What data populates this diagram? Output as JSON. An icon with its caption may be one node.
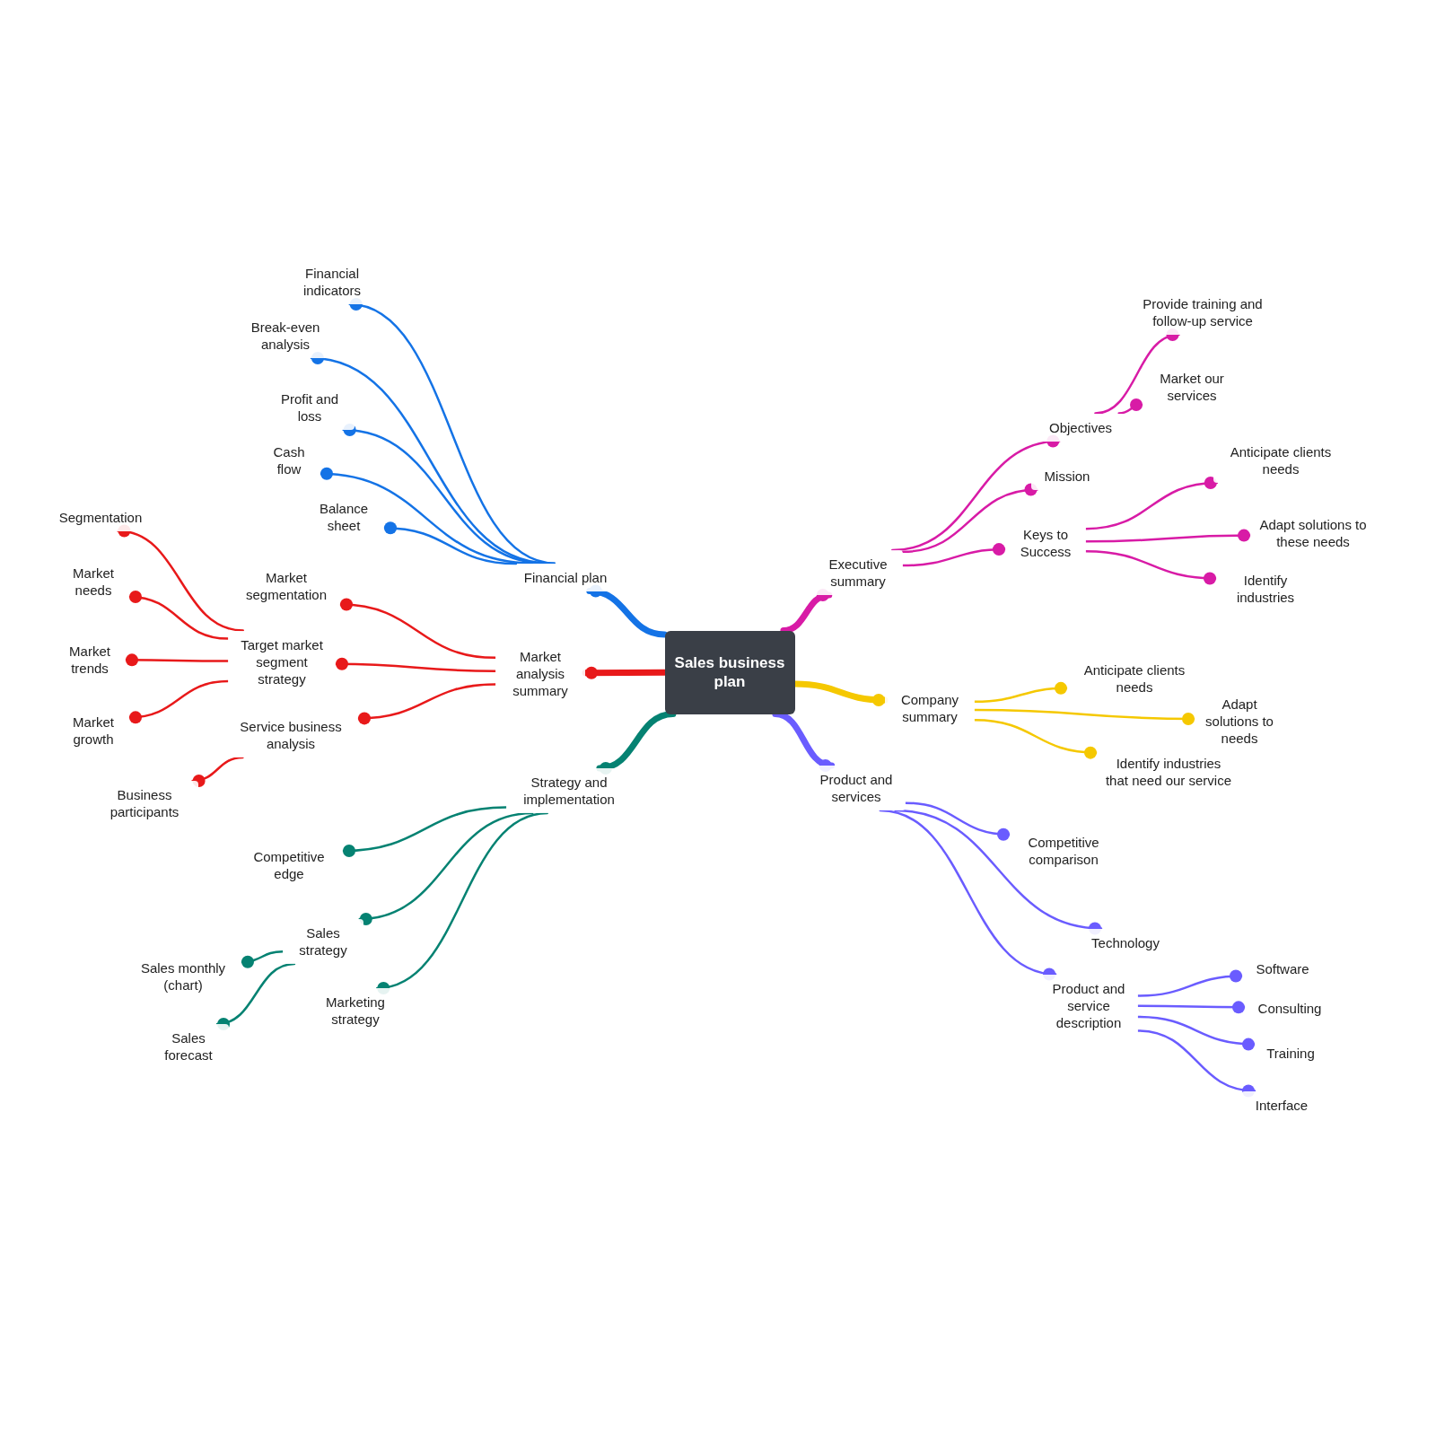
{
  "diagram": {
    "nodes": [
      {
        "text": [
          "Sales business plan"
        ]
      },
      {
        "text": [
          "Financial plan"
        ]
      },
      {
        "text": [
          "Financial indicators"
        ]
      },
      {
        "text": [
          "Break-even analysis"
        ]
      },
      {
        "text": [
          "Profit and loss"
        ]
      },
      {
        "text": [
          "Cash flow"
        ]
      },
      {
        "text": [
          "Balance sheet"
        ]
      },
      {
        "text": [
          "Market analysis summary"
        ]
      },
      {
        "text": [
          "Market segmentation"
        ]
      },
      {
        "text": [
          "Target market segment strategy"
        ]
      },
      {
        "text": [
          "Segmentation"
        ]
      },
      {
        "text": [
          "Market needs"
        ]
      },
      {
        "text": [
          "Market trends"
        ]
      },
      {
        "text": [
          "Market growth"
        ]
      },
      {
        "text": [
          "Service business analysis"
        ]
      },
      {
        "text": [
          "Business participants"
        ]
      },
      {
        "text": [
          "Strategy and implementation"
        ]
      },
      {
        "text": [
          "Competitive edge"
        ]
      },
      {
        "text": [
          "Sales strategy"
        ]
      },
      {
        "text": [
          "Sales monthly (chart)"
        ]
      },
      {
        "text": [
          "Sales forecast"
        ]
      },
      {
        "text": [
          "Marketing strategy"
        ]
      },
      {
        "text": [
          "Executive summary"
        ]
      },
      {
        "text": [
          "Objectives"
        ]
      },
      {
        "text": [
          "Provide training and follow-up service"
        ]
      },
      {
        "text": [
          "Market our services"
        ]
      },
      {
        "text": [
          "Mission"
        ]
      },
      {
        "text": [
          "Keys to Success"
        ]
      },
      {
        "text": [
          "Anticipate clients needs"
        ]
      },
      {
        "text": [
          "Adapt solutions to these needs"
        ]
      },
      {
        "text": [
          "Identify industries"
        ]
      },
      {
        "text": [
          "Company summary"
        ]
      },
      {
        "text": [
          "Anticipate clients needs"
        ]
      },
      {
        "text": [
          "Adapt solutions to needs"
        ]
      },
      {
        "text": [
          "Identify industries that need our service"
        ]
      },
      {
        "text": [
          "Product and services"
        ]
      },
      {
        "text": [
          "Competitive comparison"
        ]
      },
      {
        "text": [
          "Technology"
        ]
      },
      {
        "text": [
          "Product and service description"
        ]
      },
      {
        "text": [
          "Software"
        ]
      },
      {
        "text": [
          "Consulting"
        ]
      },
      {
        "text": [
          "Training"
        ]
      },
      {
        "text": [
          "Interface"
        ]
      }
    ],
    "edges": [
      {
        "from": 0,
        "to": 1,
        "arrow": "other",
        "style": "thick",
        "color": "#1473e6"
      },
      {
        "from": 1,
        "to": 2,
        "arrow": "other",
        "color": "#1473e6"
      },
      {
        "from": 1,
        "to": 3,
        "arrow": "other",
        "color": "#1473e6"
      },
      {
        "from": 1,
        "to": 4,
        "arrow": "other",
        "color": "#1473e6"
      },
      {
        "from": 1,
        "to": 5,
        "arrow": "other",
        "color": "#1473e6"
      },
      {
        "from": 1,
        "to": 6,
        "arrow": "other",
        "color": "#1473e6"
      },
      {
        "from": 0,
        "to": 7,
        "arrow": "other",
        "style": "thick",
        "color": "#e8191a"
      },
      {
        "from": 7,
        "to": 8,
        "arrow": "other",
        "color": "#e8191a"
      },
      {
        "from": 7,
        "to": 9,
        "arrow": "other",
        "color": "#e8191a"
      },
      {
        "from": 9,
        "to": 10,
        "arrow": "other",
        "color": "#e8191a"
      },
      {
        "from": 9,
        "to": 11,
        "arrow": "other",
        "color": "#e8191a"
      },
      {
        "from": 9,
        "to": 12,
        "arrow": "other",
        "color": "#e8191a"
      },
      {
        "from": 9,
        "to": 13,
        "arrow": "other",
        "color": "#e8191a"
      },
      {
        "from": 7,
        "to": 14,
        "arrow": "other",
        "color": "#e8191a"
      },
      {
        "from": 14,
        "to": 15,
        "arrow": "other",
        "color": "#e8191a"
      },
      {
        "from": 0,
        "to": 16,
        "arrow": "other",
        "style": "thick",
        "color": "#058272"
      },
      {
        "from": 16,
        "to": 17,
        "arrow": "other",
        "color": "#058272"
      },
      {
        "from": 16,
        "to": 18,
        "arrow": "other",
        "color": "#058272"
      },
      {
        "from": 18,
        "to": 19,
        "arrow": "other",
        "color": "#058272"
      },
      {
        "from": 18,
        "to": 20,
        "arrow": "other",
        "color": "#058272"
      },
      {
        "from": 16,
        "to": 21,
        "arrow": "other",
        "color": "#058272"
      },
      {
        "from": 0,
        "to": 22,
        "arrow": "other",
        "style": "thick",
        "color": "#d81ba6"
      },
      {
        "from": 22,
        "to": 23,
        "arrow": "other",
        "color": "#d81ba6"
      },
      {
        "from": 23,
        "to": 24,
        "arrow": "other",
        "color": "#d81ba6"
      },
      {
        "from": 23,
        "to": 25,
        "arrow": "other",
        "color": "#d81ba6"
      },
      {
        "from": 22,
        "to": 26,
        "arrow": "other",
        "color": "#d81ba6"
      },
      {
        "from": 22,
        "to": 27,
        "arrow": "other",
        "color": "#d81ba6"
      },
      {
        "from": 27,
        "to": 28,
        "arrow": "other",
        "color": "#d81ba6"
      },
      {
        "from": 27,
        "to": 29,
        "arrow": "other",
        "color": "#d81ba6"
      },
      {
        "from": 27,
        "to": 30,
        "arrow": "other",
        "color": "#d81ba6"
      },
      {
        "from": 0,
        "to": 31,
        "arrow": "other",
        "style": "thick",
        "color": "#f5c800"
      },
      {
        "from": 31,
        "to": 32,
        "arrow": "other",
        "color": "#f5c800"
      },
      {
        "from": 31,
        "to": 33,
        "arrow": "other",
        "color": "#f5c800"
      },
      {
        "from": 31,
        "to": 34,
        "arrow": "other",
        "color": "#f5c800"
      },
      {
        "from": 0,
        "to": 35,
        "arrow": "other",
        "style": "thick",
        "color": "#6a5cff"
      },
      {
        "from": 35,
        "to": 36,
        "arrow": "other",
        "color": "#6a5cff"
      },
      {
        "from": 35,
        "to": 37,
        "arrow": "other",
        "color": "#6a5cff"
      },
      {
        "from": 35,
        "to": 38,
        "arrow": "other",
        "color": "#6a5cff"
      },
      {
        "from": 38,
        "to": 39,
        "arrow": "other",
        "color": "#6a5cff"
      },
      {
        "from": 38,
        "to": 40,
        "arrow": "other",
        "color": "#6a5cff"
      },
      {
        "from": 38,
        "to": 41,
        "arrow": "other",
        "color": "#6a5cff"
      },
      {
        "from": 38,
        "to": 42,
        "arrow": "other",
        "color": "#6a5cff"
      }
    ]
  }
}
